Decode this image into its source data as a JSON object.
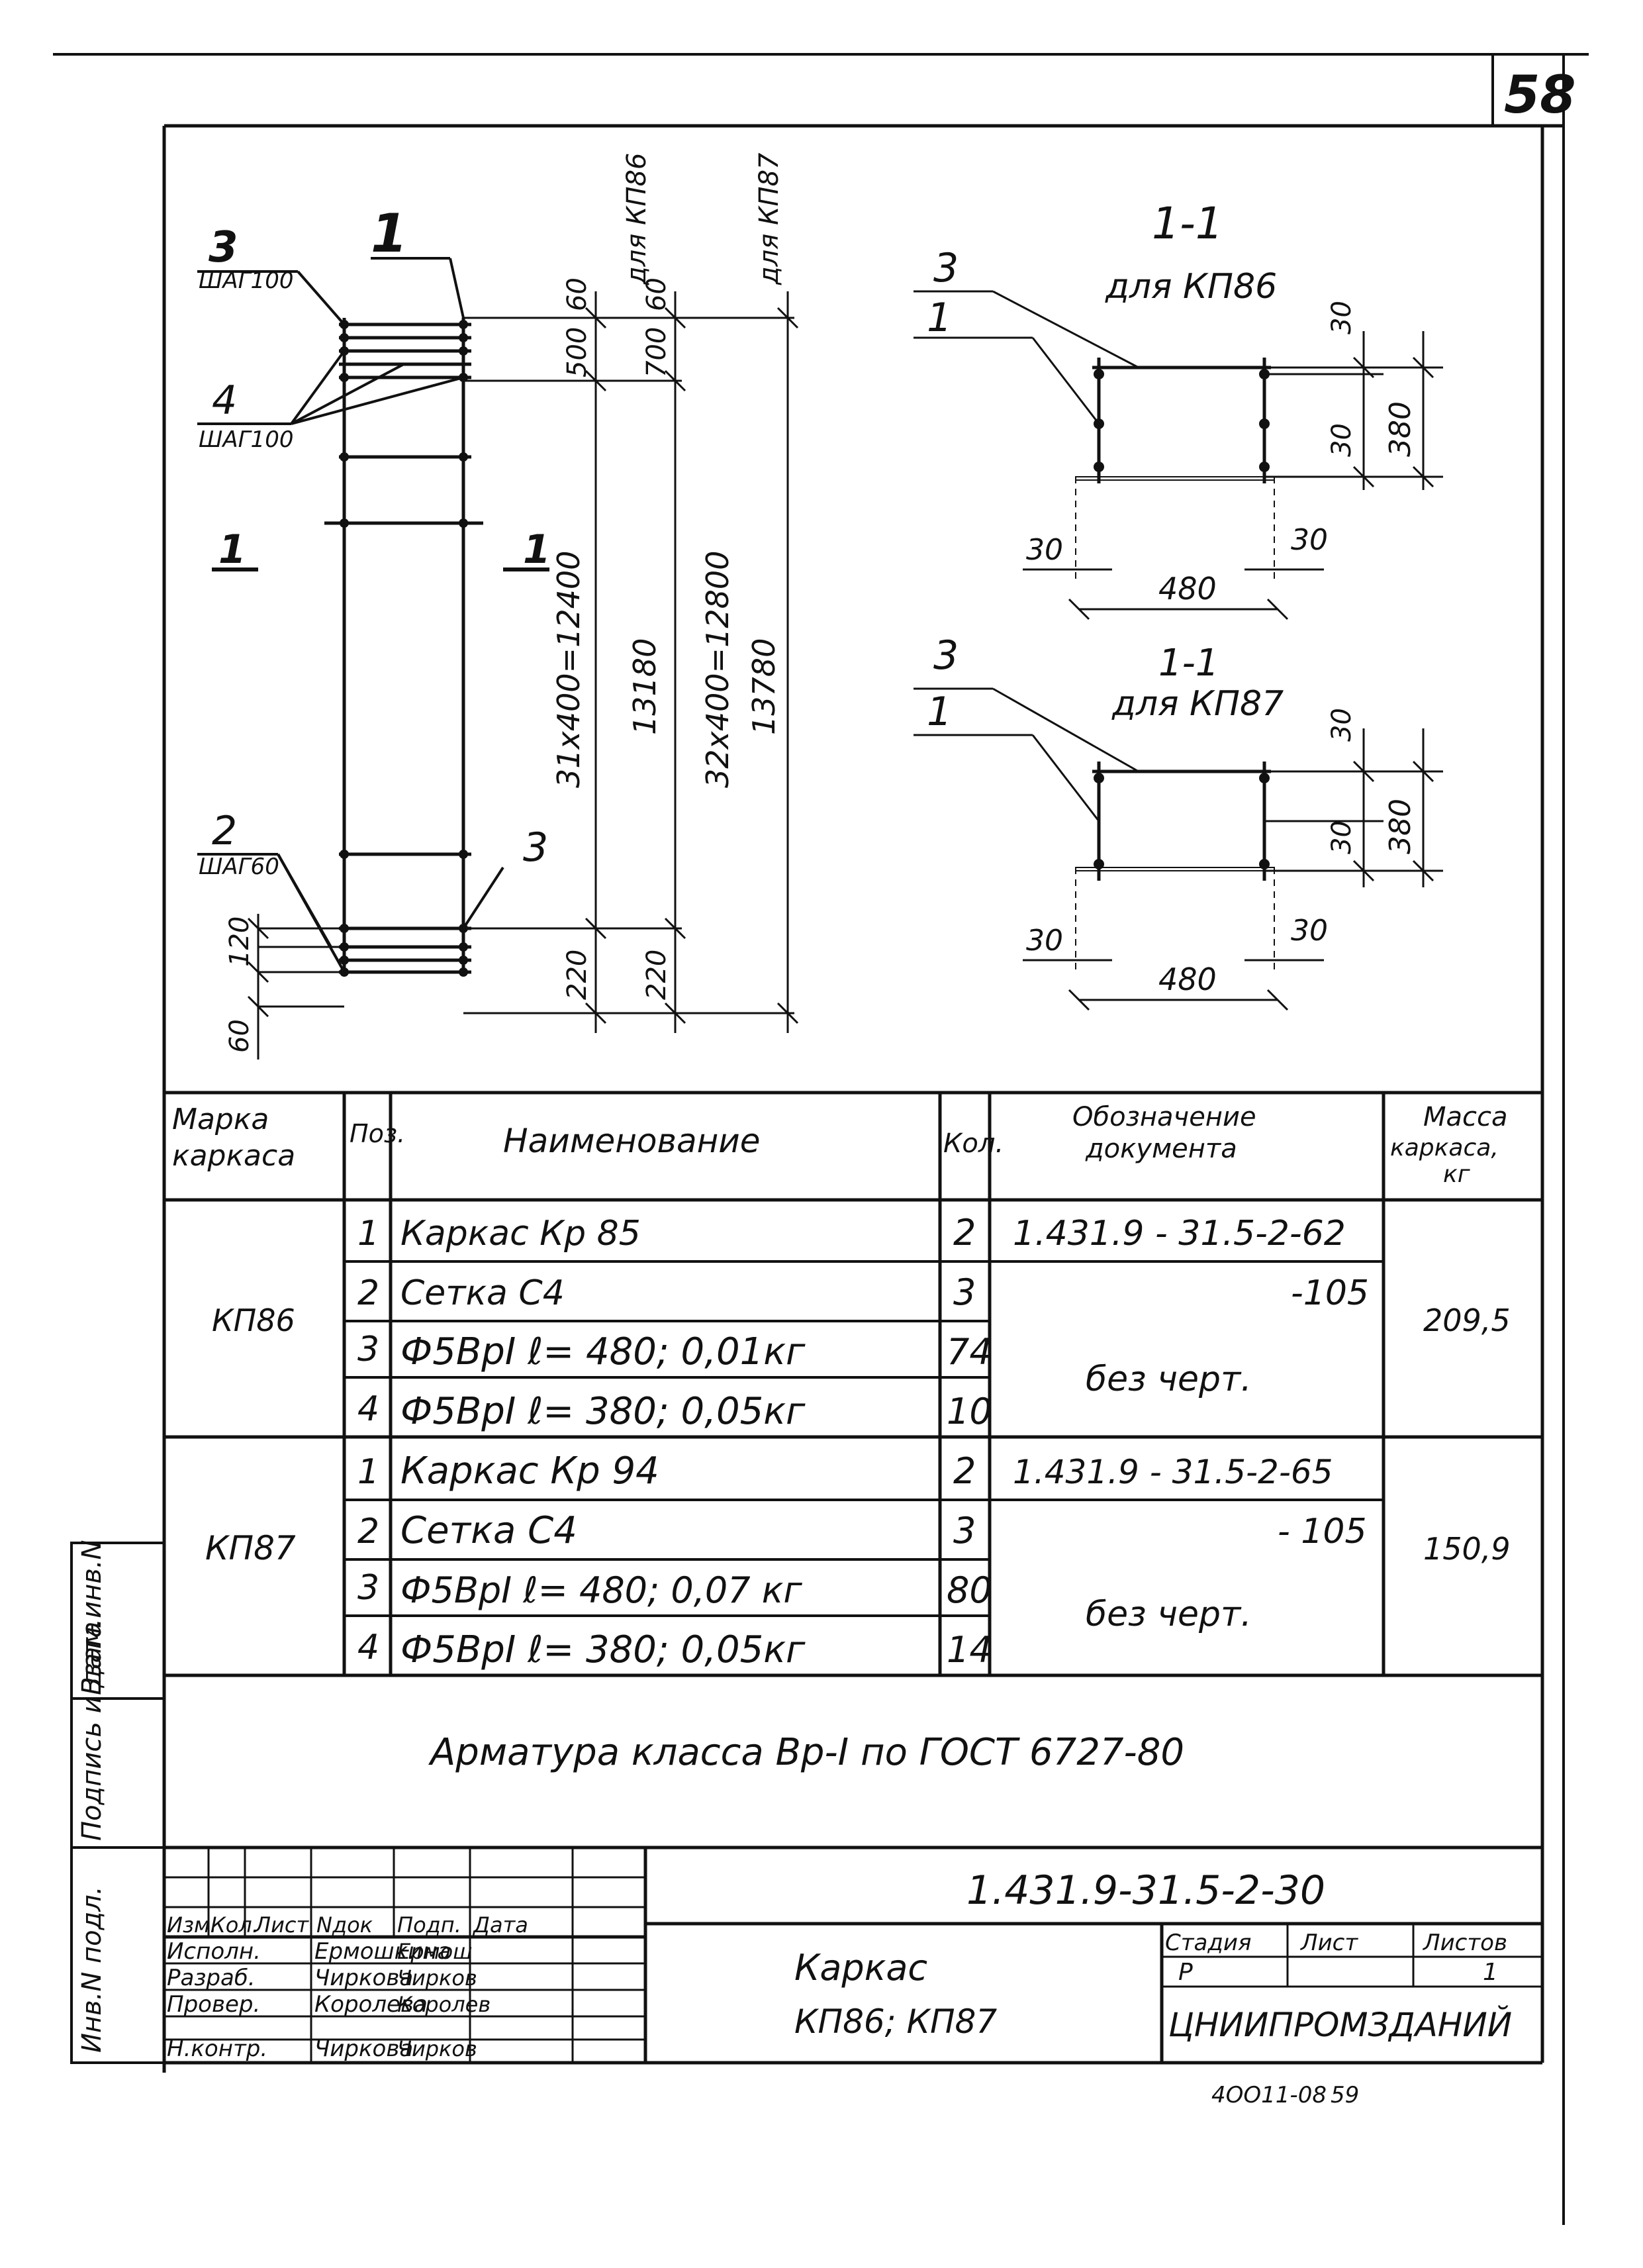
{
  "page": {
    "sheet_number": "58"
  },
  "drawing": {
    "left_view": {
      "callout_3": "3",
      "callout_3_step": "ШАГ100",
      "callout_1": "1",
      "callout_4": "4",
      "callout_4_step": "ШАГ100",
      "callout_2": "2",
      "callout_2_step": "ШАГ60",
      "callout_3_bottom": "3",
      "section_mark_left": "1",
      "section_mark_right": "1",
      "dim_60_top_1": "60",
      "dim_500": "500",
      "label_for_kp86": "для КП86",
      "dim_60_top_2": "60",
      "dim_700": "700",
      "label_for_kp87": "для КП87",
      "dim_31x400": "31х400=12400",
      "dim_13180": "13180",
      "dim_32x400": "32х400=12800",
      "dim_13780": "13780",
      "dim_220_1": "220",
      "dim_220_2": "220",
      "dim_120": "120",
      "dim_60_bottom": "60"
    },
    "section_kp86": {
      "title": "1-1",
      "subtitle": "для КП86",
      "label_3": "3",
      "label_1": "1",
      "dim_30_top": "30",
      "dim_30_mid": "30",
      "dim_380": "380",
      "dim_30_left": "30",
      "dim_30_right": "30",
      "dim_480": "480"
    },
    "section_kp87": {
      "title": "1-1",
      "subtitle": "для КП87",
      "label_3": "3",
      "label_1": "1",
      "dim_30_top": "30",
      "dim_30_mid": "30",
      "dim_380": "380",
      "dim_30_left": "30",
      "dim_30_right": "30",
      "dim_480": "480"
    }
  },
  "spec_table": {
    "headers": {
      "mark": "Марка каркаса",
      "pos": "Поз.",
      "name": "Наименование",
      "qty": "Кол.",
      "doc": "Обозначение документа",
      "mass": "Масса каркаса, кг"
    },
    "groups": [
      {
        "mark": "КП86",
        "mass": "209,5",
        "rows": [
          {
            "pos": "1",
            "name": "Каркас Кр 85",
            "qty": "2",
            "doc": "1.431.9 - 31.5-2-62"
          },
          {
            "pos": "2",
            "name": "Сетка С4",
            "qty": "3",
            "doc": "-105"
          },
          {
            "pos": "3",
            "name": "Ф5ВрI  ℓ= 480; 0,01кг",
            "qty": "74",
            "doc": "без черт."
          },
          {
            "pos": "4",
            "name": "Ф5ВрI  ℓ= 380; 0,05кг",
            "qty": "10",
            "doc": ""
          }
        ]
      },
      {
        "mark": "КП87",
        "mass": "150,9",
        "rows": [
          {
            "pos": "1",
            "name": "Каркас Кр 94",
            "qty": "2",
            "doc": "1.431.9 - 31.5-2-65"
          },
          {
            "pos": "2",
            "name": "Сетка С4",
            "qty": "3",
            "doc": "- 105"
          },
          {
            "pos": "3",
            "name": "Ф5ВрI  ℓ= 480; 0,07 кг",
            "qty": "80",
            "doc": "без черт."
          },
          {
            "pos": "4",
            "name": "Ф5ВрI  ℓ= 380; 0,05кг",
            "qty": "14",
            "doc": ""
          }
        ]
      }
    ],
    "note": "Арматура класса Вр-I по ГОСТ 6727-80"
  },
  "side_stamp": {
    "inv_no": "Инв.N подл.",
    "signature_date": "Подпись и дата",
    "replaces_inv": "Взам.инв.N"
  },
  "title_block": {
    "doc_code": "1.431.9-31.5-2-30",
    "headers": [
      "Изм.",
      "Кол.",
      "Лист",
      "Nдок",
      "Подп.",
      "Дата"
    ],
    "roles": [
      {
        "role": "Исполн.",
        "name": "Ермошкина",
        "sign": "Ермош"
      },
      {
        "role": "Разраб.",
        "name": "Чиркова",
        "sign": "Чирков"
      },
      {
        "role": "Провер.",
        "name": "Королева",
        "sign": "Королев"
      },
      {
        "role": "Н.контр.",
        "name": "Чиркова",
        "sign": "Чирков"
      }
    ],
    "title_line1": "Каркас",
    "title_line2": "КП86; КП87",
    "stage_label": "Стадия",
    "sheet_label": "Лист",
    "sheets_label": "Листов",
    "stage": "Р",
    "sheets": "1",
    "org": "ЦНИИПРОМЗДАНИЙ"
  },
  "bottom_code": "4ОО11-08",
  "bottom_mark": "59"
}
